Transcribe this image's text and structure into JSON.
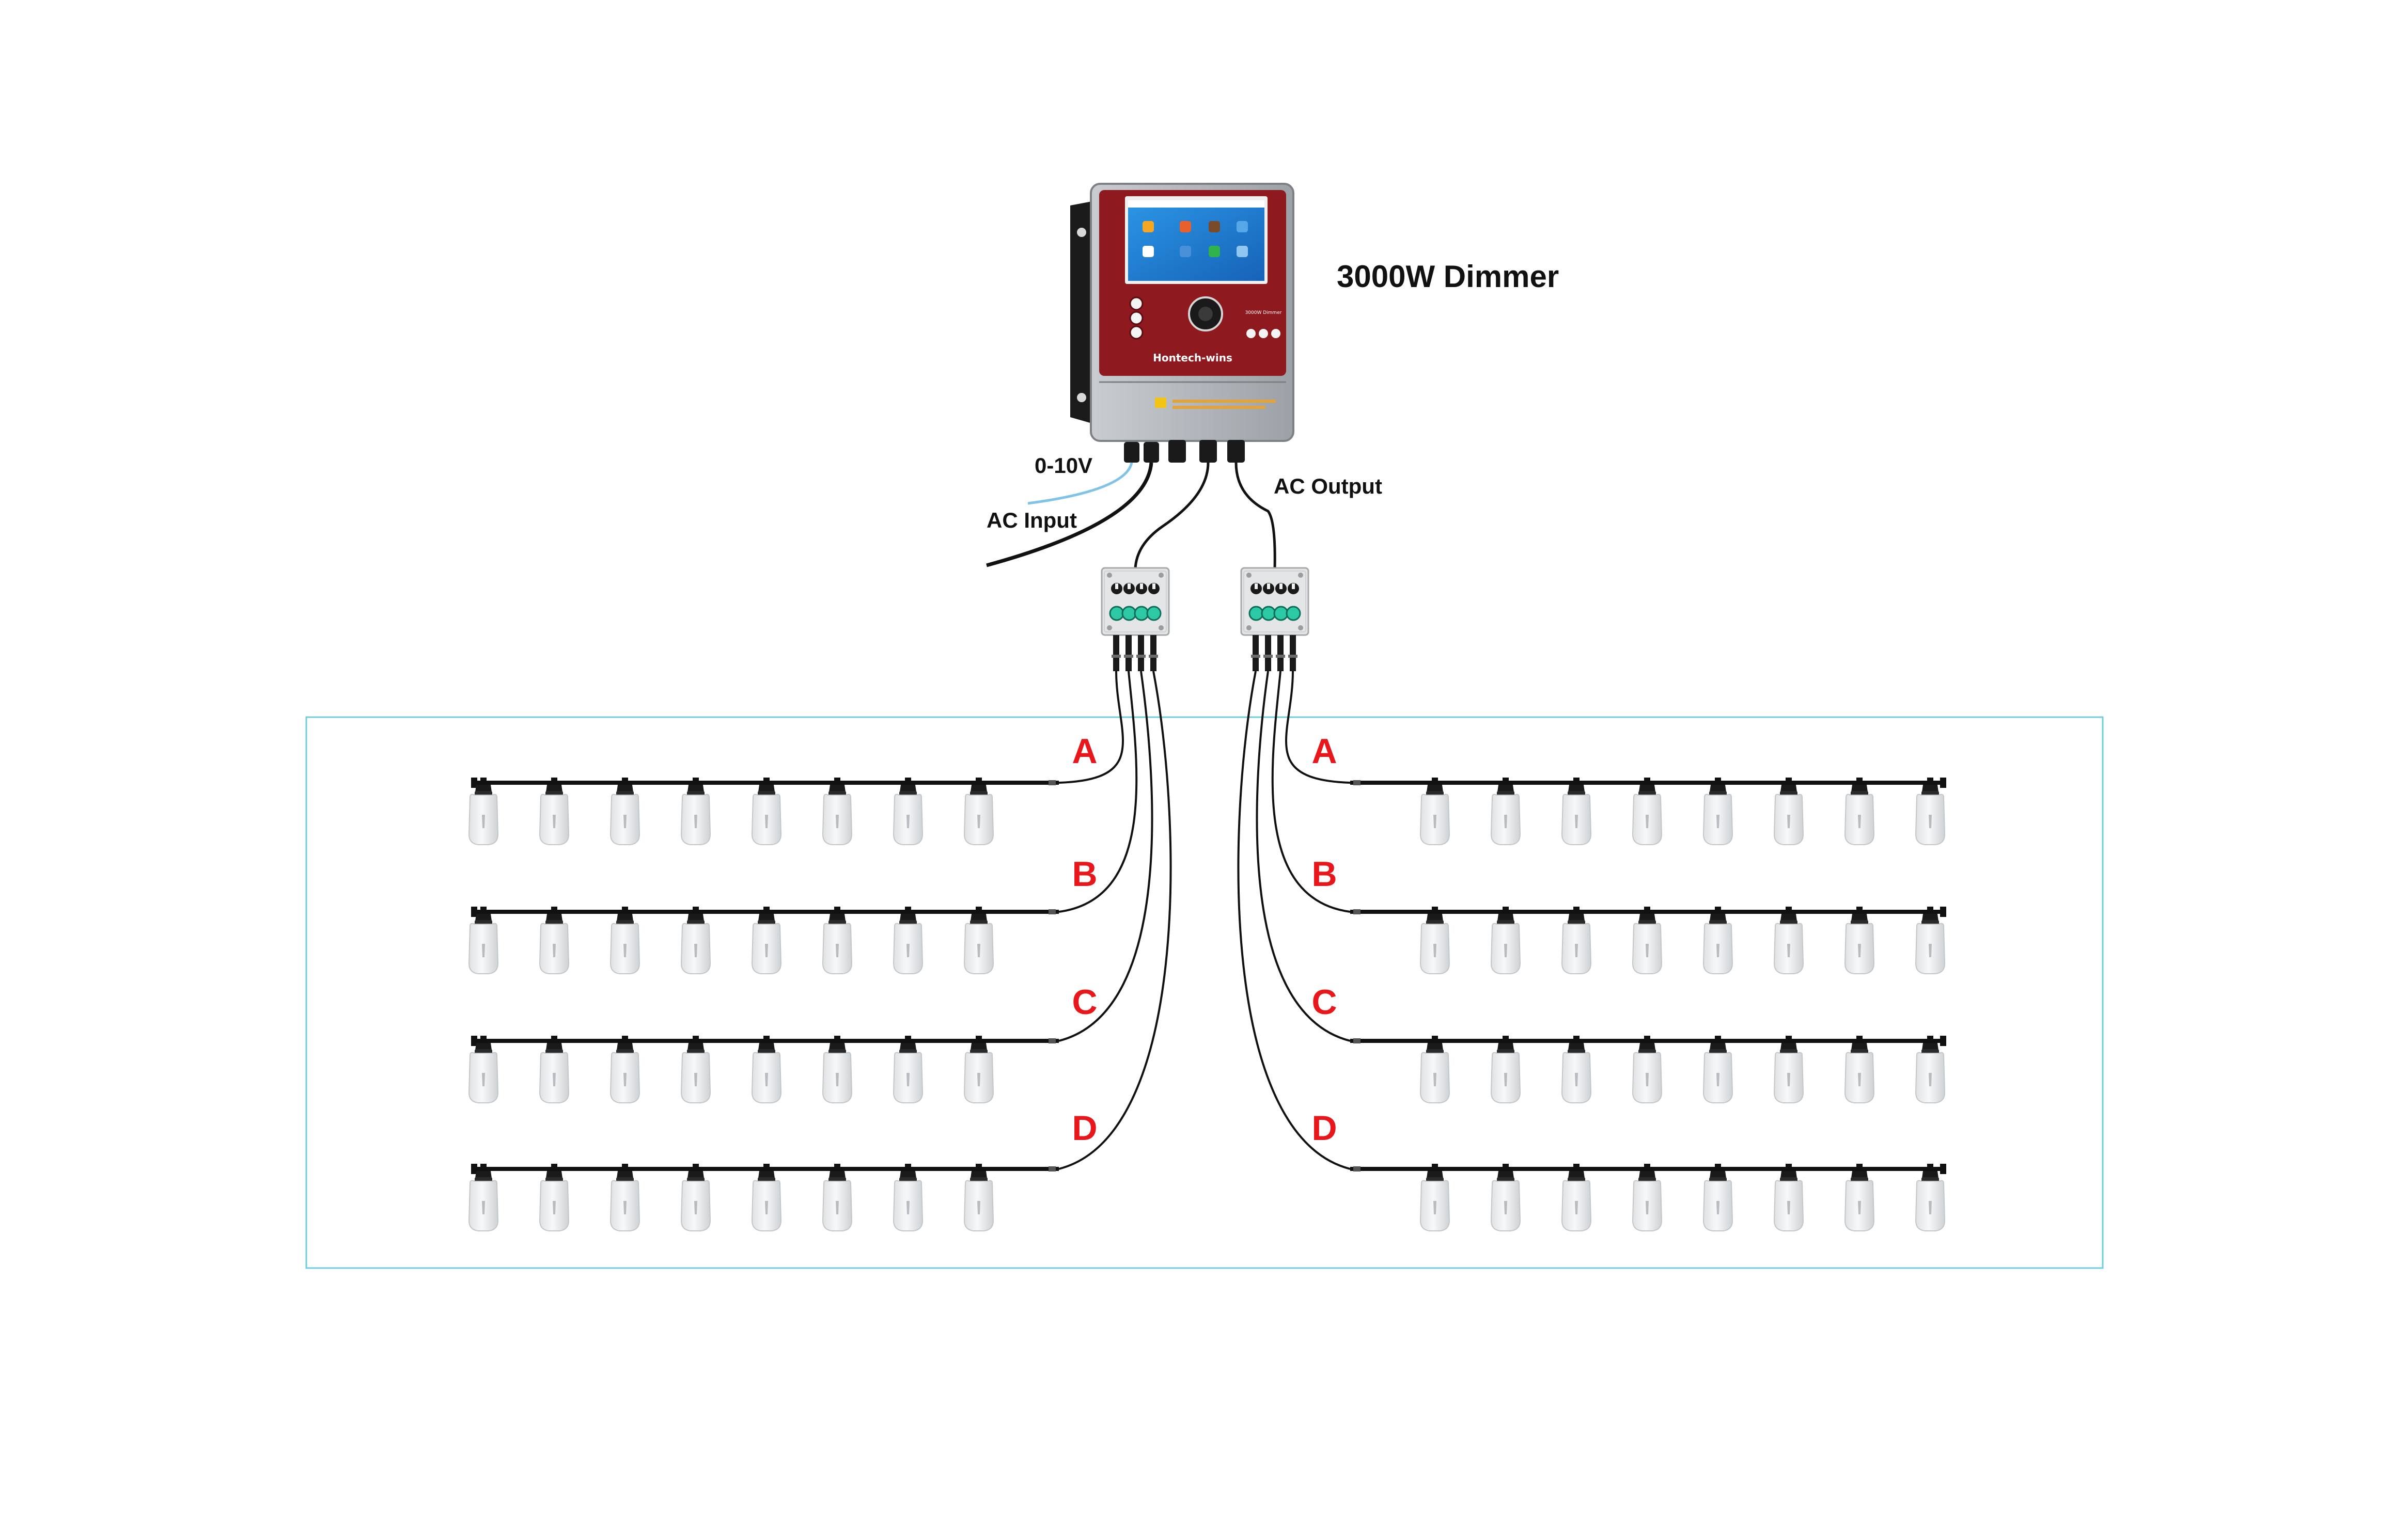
{
  "device": {
    "title": "3000W Dimmer",
    "brand": "Hontech-wins",
    "panel_model_label": "3000W Dimmer",
    "colors": {
      "panel_red": "#8e1a20",
      "screen_blue": "#1f7fd6",
      "case_grey": "#9ea3a8"
    }
  },
  "wiring": {
    "input_signal_label": "0-10V",
    "ac_input_label": "AC Input",
    "ac_output_label": "AC Output",
    "signal_wire_color": "#7fc3e6"
  },
  "channels": {
    "left": [
      "A",
      "B",
      "C",
      "D"
    ],
    "right": [
      "A",
      "B",
      "C",
      "D"
    ],
    "label_color": "#e8171b"
  },
  "fixtures": {
    "bulbs_per_string": 8,
    "strings_per_side": 4
  },
  "frame": {
    "border_color": "#6ecde0"
  }
}
